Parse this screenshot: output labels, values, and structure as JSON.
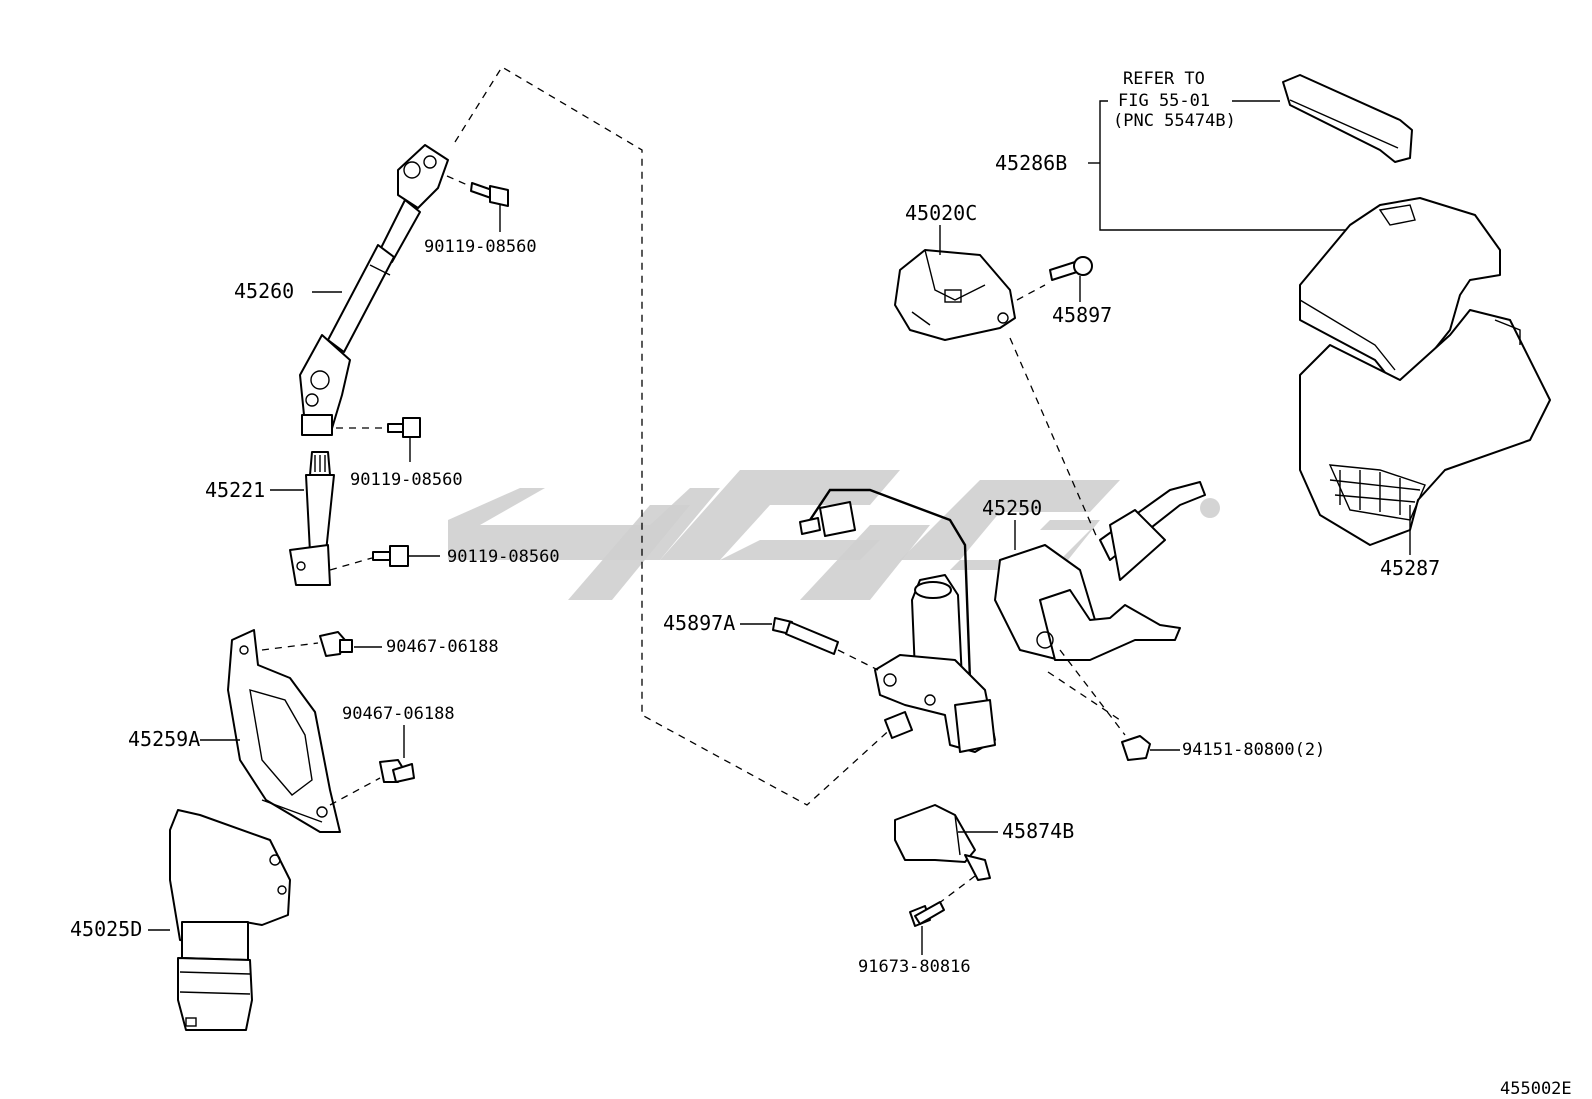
{
  "diagram": {
    "figure_code": "455002E",
    "refer_note": [
      "REFER TO",
      "FIG 55-01",
      "(PNC 55474B)"
    ],
    "parts": {
      "p45260": "45260",
      "p45221": "45221",
      "b1": "90119-08560",
      "b2": "90119-08560",
      "b3": "90119-08560",
      "c1": "90467-06188",
      "c2": "90467-06188",
      "p45259A": "45259A",
      "p45025D": "45025D",
      "p45020C": "45020C",
      "p45897": "45897",
      "p45286B": "45286B",
      "p45287": "45287",
      "p45250": "45250",
      "p45897A": "45897A",
      "n94151": "94151-80800(2)",
      "p45874B": "45874B",
      "s91673": "91673-80816"
    }
  }
}
